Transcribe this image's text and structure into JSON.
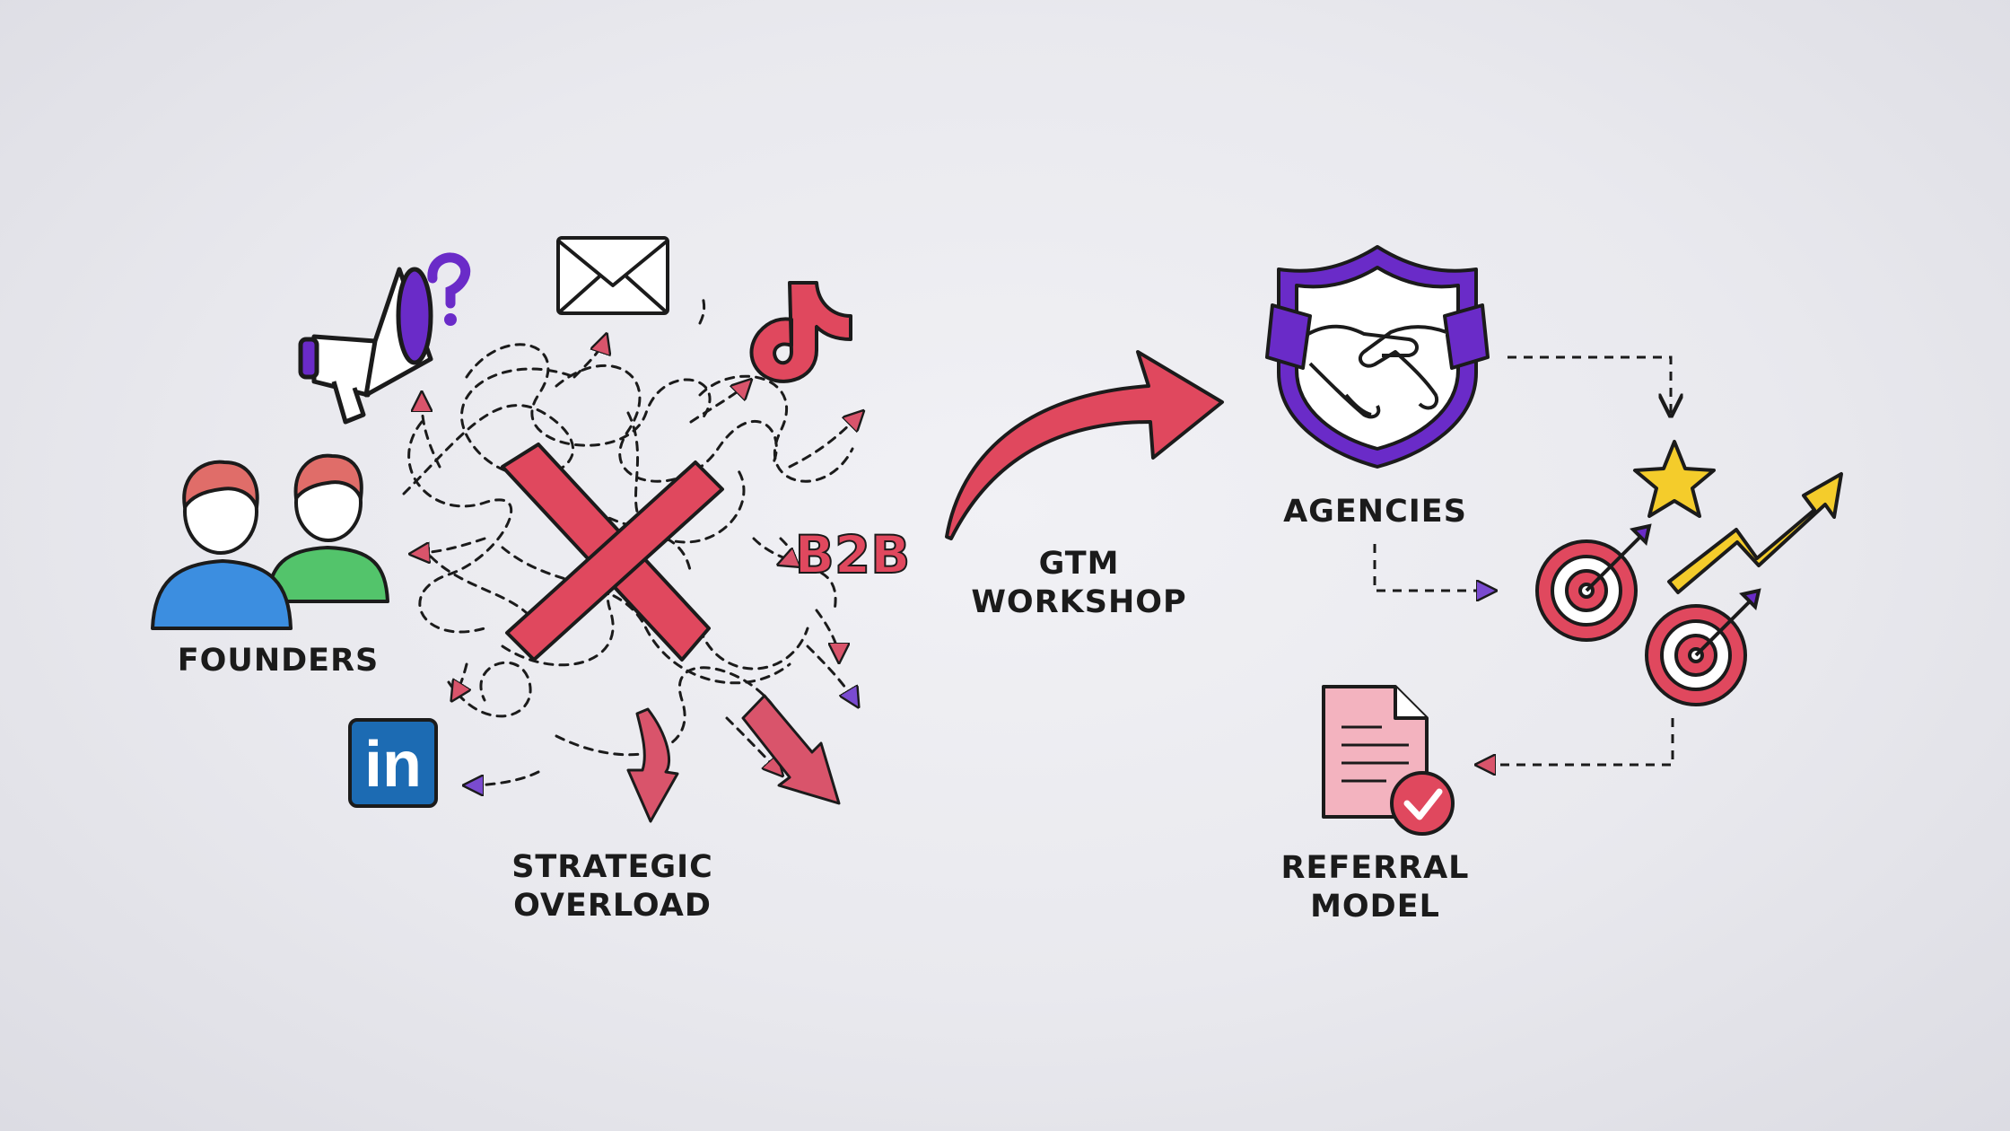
{
  "labels": {
    "founders": "FOUNDERS",
    "overload_line1": "STRATEGIC",
    "overload_line2": "OVERLOAD",
    "workshop_line1": "GTM",
    "workshop_line2": "WORKSHOP",
    "agencies": "AGENCIES",
    "referral_line1": "REFERRAL",
    "referral_line2": "MODEL",
    "b2b": "B2B",
    "linkedin": "in"
  },
  "colors": {
    "red": "#e0485e",
    "pink": "#d9546b",
    "purple": "#6a2bc8",
    "blue": "#3c8ee0",
    "green": "#53c46b",
    "skin_hair": "#e06d69",
    "yellow": "#f4cc2b",
    "linkedin": "#1c6bb3",
    "ink": "#1b1b1b"
  },
  "icons": [
    "megaphone-icon",
    "question-mark-icon",
    "envelope-icon",
    "tiktok-icon",
    "founders-icon",
    "linkedin-icon",
    "cross-icon",
    "handshake-shield-icon",
    "star-icon",
    "target-icon",
    "trend-arrow-icon",
    "document-check-icon"
  ]
}
